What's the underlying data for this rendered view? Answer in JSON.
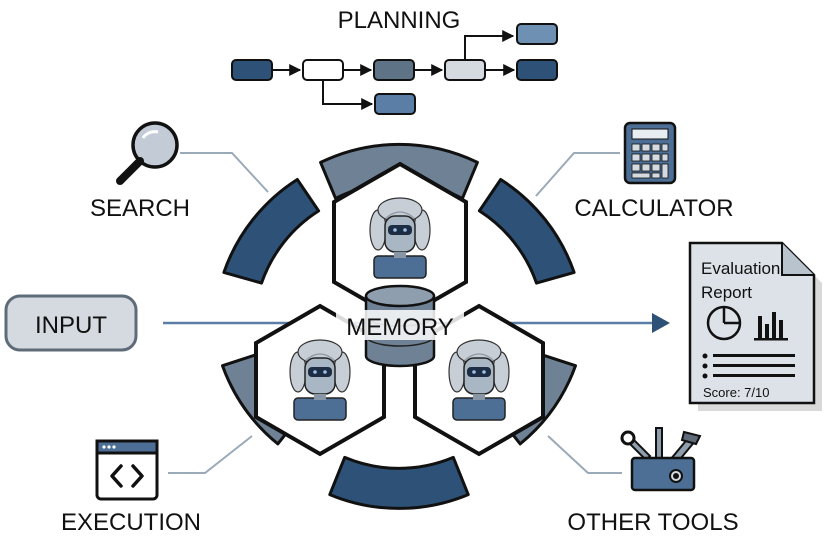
{
  "labels": {
    "planning": "PLANNING",
    "search": "SEARCH",
    "calculator": "CALCULATOR",
    "input": "INPUT",
    "memory": "MEMORY",
    "execution": "EXECUTION",
    "other_tools": "OTHER TOOLS"
  },
  "report": {
    "title_line1": "Evaluation",
    "title_line2": "Report",
    "score": "Score: 7/10"
  },
  "colors": {
    "dark_blue": "#2e5277",
    "mid_blue": "#5b7ea6",
    "gray_blue": "#6f8194",
    "light_gray": "#d5dae0",
    "pale_blue": "#9ab2c9",
    "line": "#9aaab8"
  }
}
